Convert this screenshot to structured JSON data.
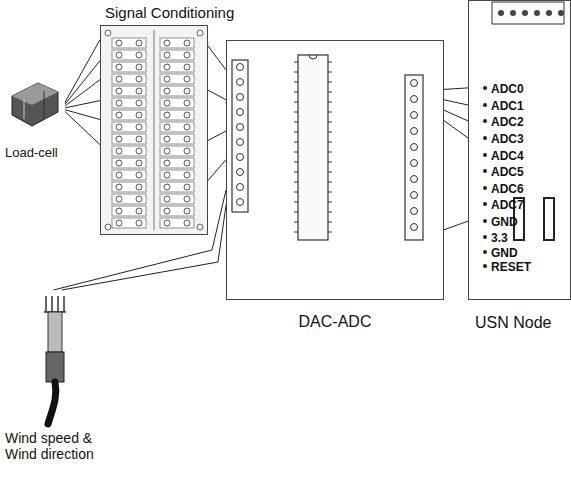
{
  "diagram": {
    "nodes": [
      {
        "text": [
          "Signal Conditioning"
        ]
      },
      {
        "text": [
          "Load-cell"
        ]
      },
      {
        "text": [
          "DAC-ADC"
        ]
      },
      {
        "text": [
          "USN Node"
        ]
      },
      {
        "text": [
          "Wind speed & Wind direction"
        ]
      }
    ],
    "edges": [
      {
        "from": 1,
        "to": 0,
        "arrow": "none"
      },
      {
        "from": 1,
        "to": 0,
        "arrow": "none"
      },
      {
        "from": 1,
        "to": 0,
        "arrow": "none"
      },
      {
        "from": 1,
        "to": 0,
        "arrow": "none"
      },
      {
        "from": 1,
        "to": 0,
        "arrow": "none"
      },
      {
        "from": 1,
        "to": 0,
        "arrow": "none"
      },
      {
        "from": 0,
        "to": 2,
        "arrow": "none"
      },
      {
        "from": 0,
        "to": 2,
        "arrow": "none"
      },
      {
        "from": 0,
        "to": 2,
        "arrow": "none"
      },
      {
        "from": 0,
        "to": 2,
        "arrow": "none"
      },
      {
        "from": 4,
        "to": 2,
        "arrow": "none"
      },
      {
        "from": 4,
        "to": 2,
        "arrow": "none"
      },
      {
        "from": 2,
        "to": 3,
        "arrow": "none"
      },
      {
        "from": 2,
        "to": 3,
        "arrow": "none"
      },
      {
        "from": 2,
        "to": 3,
        "arrow": "none"
      },
      {
        "from": 2,
        "to": 3,
        "arrow": "none"
      },
      {
        "from": 2,
        "to": 3,
        "arrow": "none"
      }
    ],
    "labels": [
      "ADC0",
      "ADC1",
      "ADC2",
      "ADC3",
      "ADC4",
      "ADC5",
      "ADC6",
      "ADC7",
      "GND",
      "3.3",
      "GND",
      "RESET"
    ]
  }
}
